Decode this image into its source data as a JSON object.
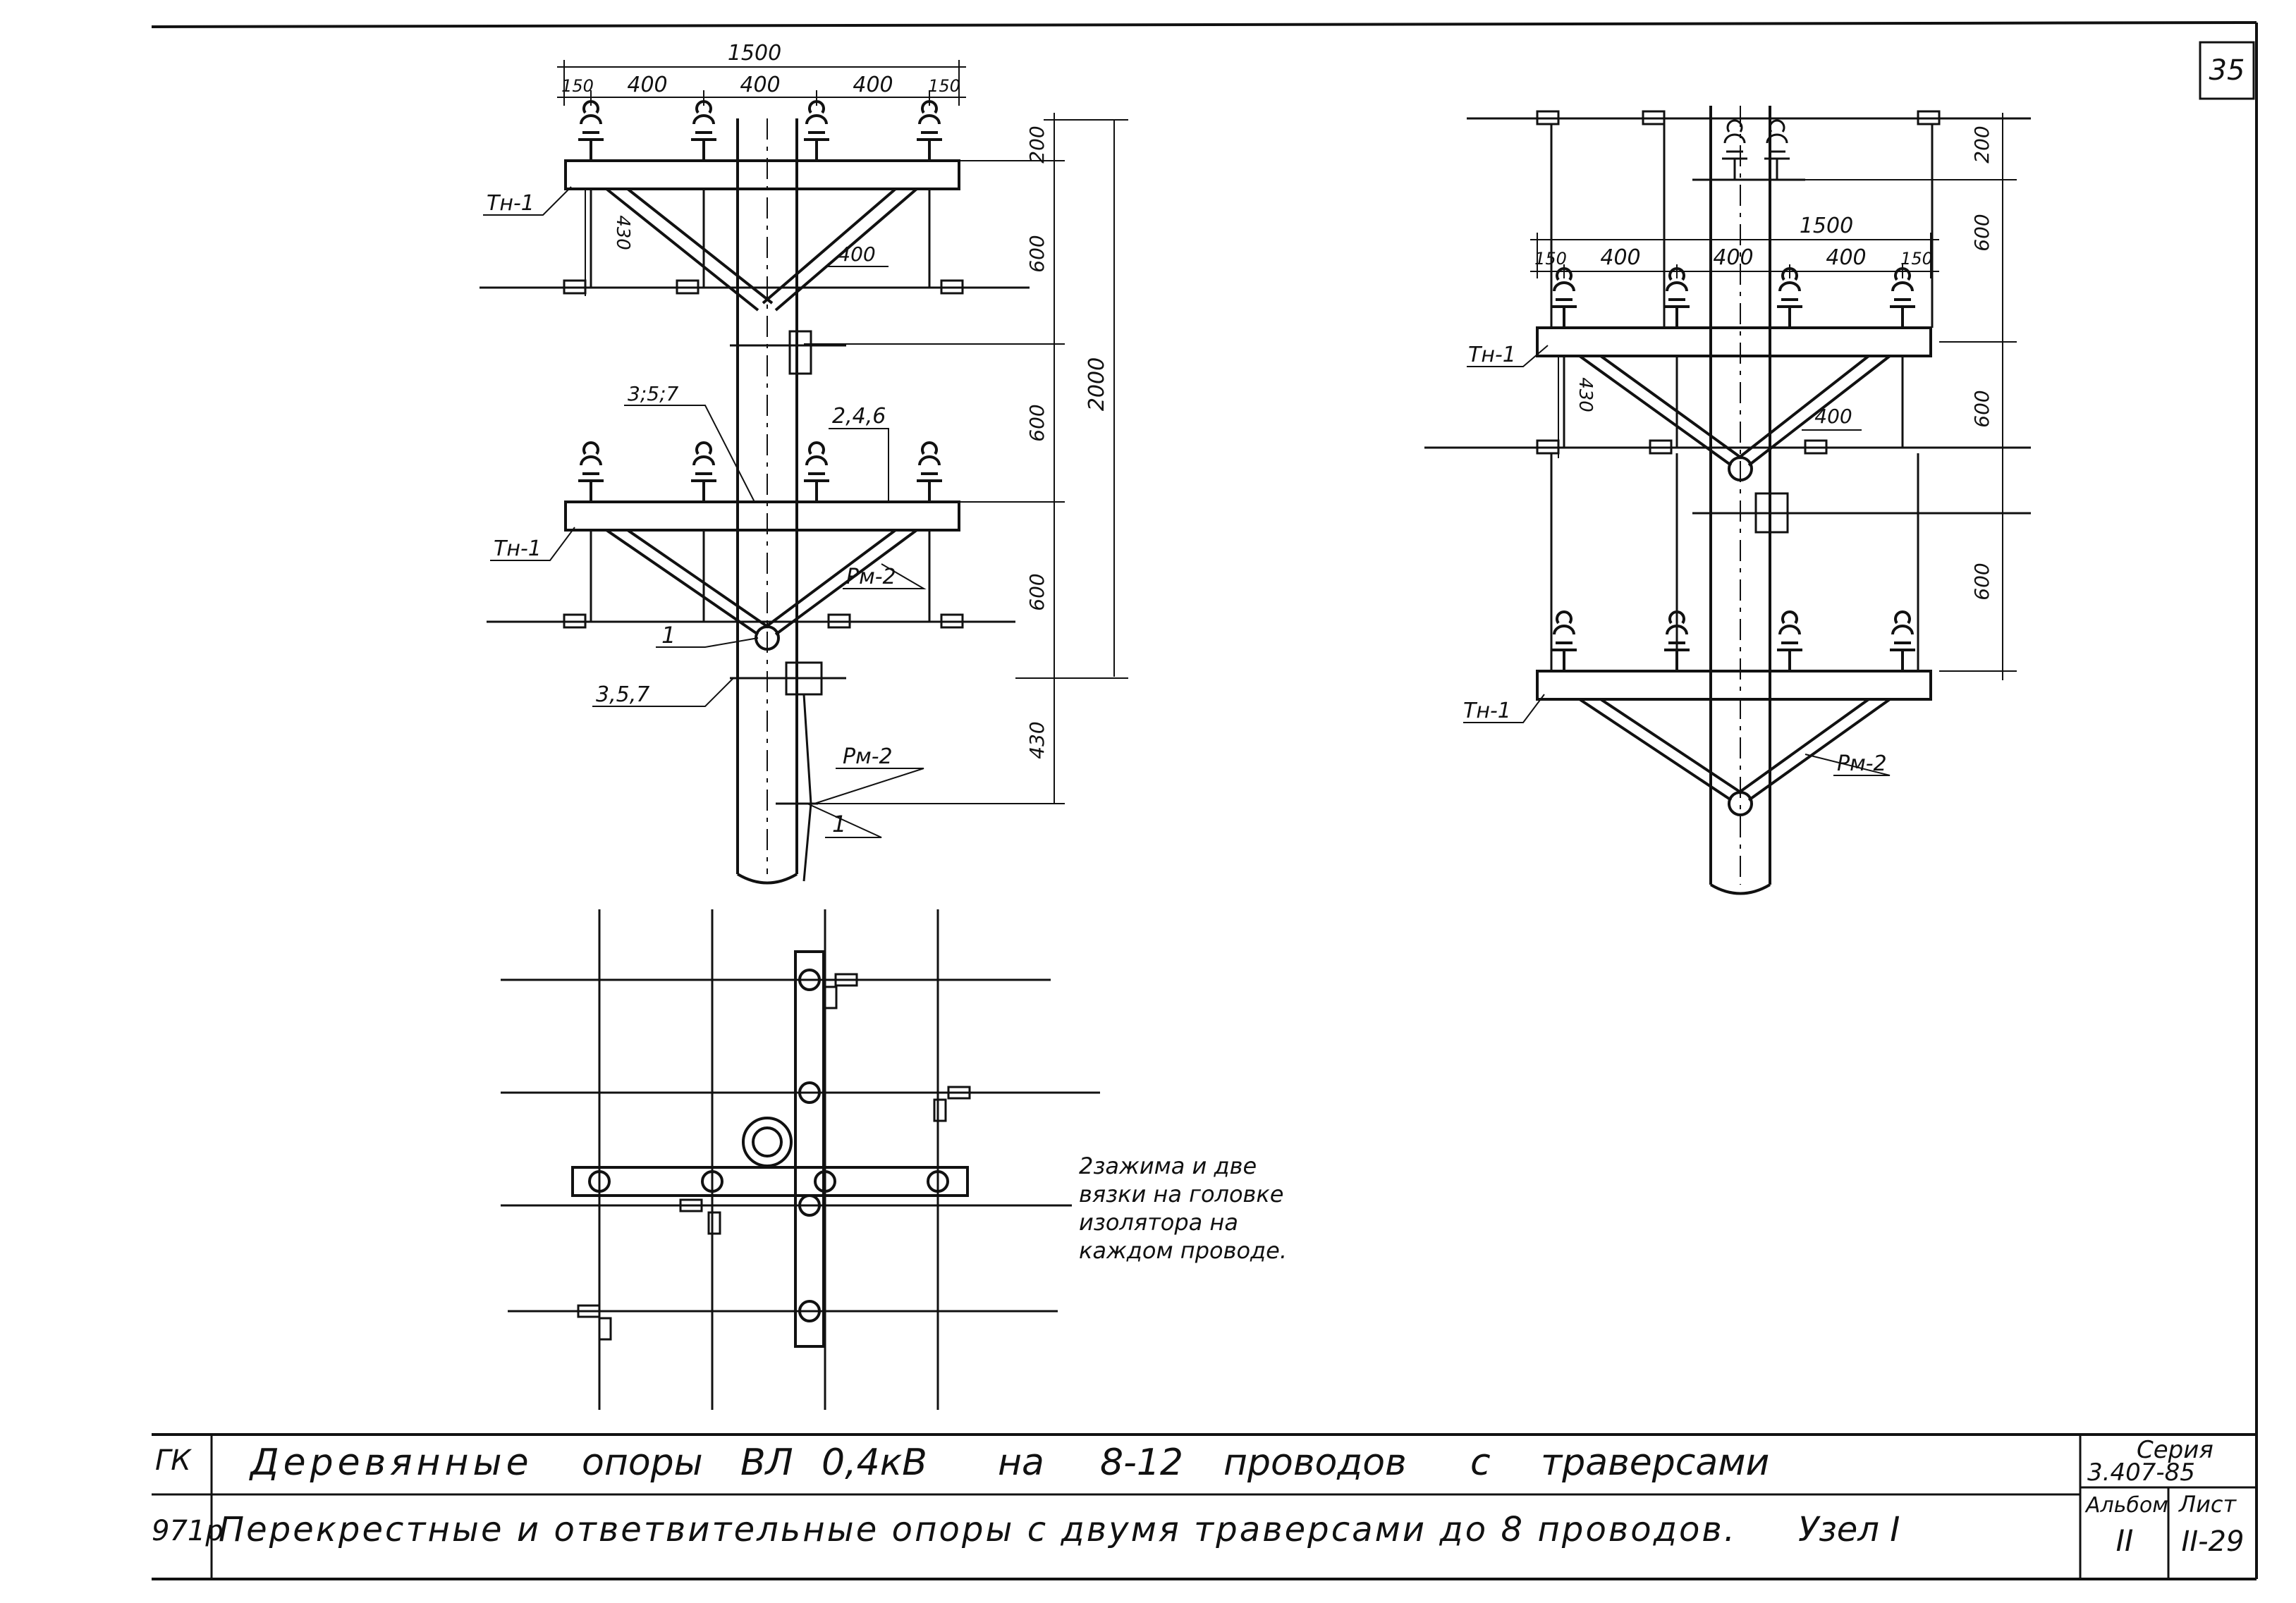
{
  "sheet_number": "35",
  "left_view": {
    "dims_top": {
      "total": "1500",
      "segments": [
        "150",
        "400",
        "400",
        "400",
        "150"
      ]
    },
    "dims_right": [
      "200",
      "600",
      "600",
      "600",
      "430"
    ],
    "dim_overall": "2000",
    "dim_brace_h": "430",
    "dim_brace_w": "400",
    "labels": {
      "tn1_top": "Тн-1",
      "tn1_mid": "Тн-1",
      "ref_357_a": "3;5;7",
      "ref_246": "2,4,6",
      "rm2_a": "Рм-2",
      "ref_1_a": "1",
      "ref_357_b": "3,5,7",
      "rm2_b": "Рм-2",
      "ref_1_b": "1"
    }
  },
  "right_view": {
    "dims_top": {
      "total": "1500",
      "segments": [
        "150",
        "400",
        "400",
        "400",
        "150"
      ]
    },
    "dims_right": [
      "200",
      "600",
      "600",
      "600"
    ],
    "dim_brace_h": "430",
    "dim_brace_w": "400",
    "labels": {
      "tn1_a": "Тн-1",
      "tn1_b": "Тн-1",
      "rm2": "Рм-2"
    }
  },
  "plan_note": [
    "2зажима и две",
    "вязки на головке",
    "изолятора на",
    "каждом проводе."
  ],
  "title_block": {
    "code_top": "ГК",
    "code_bottom": "971р",
    "title_line1_words": [
      "Деревянные",
      "опоры",
      "ВЛ",
      "0,4кВ",
      "на",
      "8-12",
      "проводов",
      "с",
      "траверсами"
    ],
    "title_line2": "Перекрестные и ответвительные опоры с двумя траверсами до 8 проводов.",
    "node": "Узел I",
    "series_label": "Серия",
    "series_value": "3.407-85",
    "album_label": "Альбом",
    "album_value": "II",
    "sheet_label": "Лист",
    "sheet_value": "II-29"
  }
}
